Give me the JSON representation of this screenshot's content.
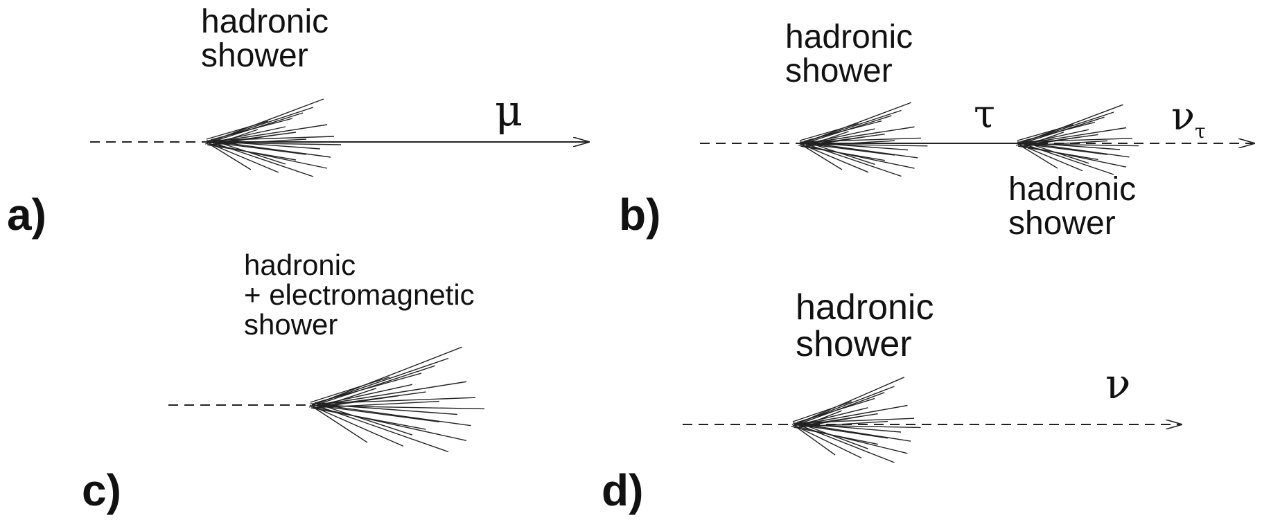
{
  "panels": {
    "a": {
      "letter": "a)",
      "shower_label": [
        "hadronic",
        "shower"
      ],
      "particle": "μ"
    },
    "b": {
      "letter": "b)",
      "shower1_label": [
        "hadronic",
        "shower"
      ],
      "intermediate_particle": "τ",
      "shower2_label": [
        "hadronic",
        "shower"
      ],
      "outgoing_particle": "ν",
      "outgoing_subscript": "τ"
    },
    "c": {
      "letter": "c)",
      "shower_label": [
        "hadronic",
        "+ electromagnetic",
        "shower"
      ]
    },
    "d": {
      "letter": "d)",
      "shower_label": [
        "hadronic",
        "shower"
      ],
      "particle": "ν"
    }
  },
  "colors": {
    "line": "#222222",
    "text": "#111111",
    "background": "#ffffff"
  }
}
